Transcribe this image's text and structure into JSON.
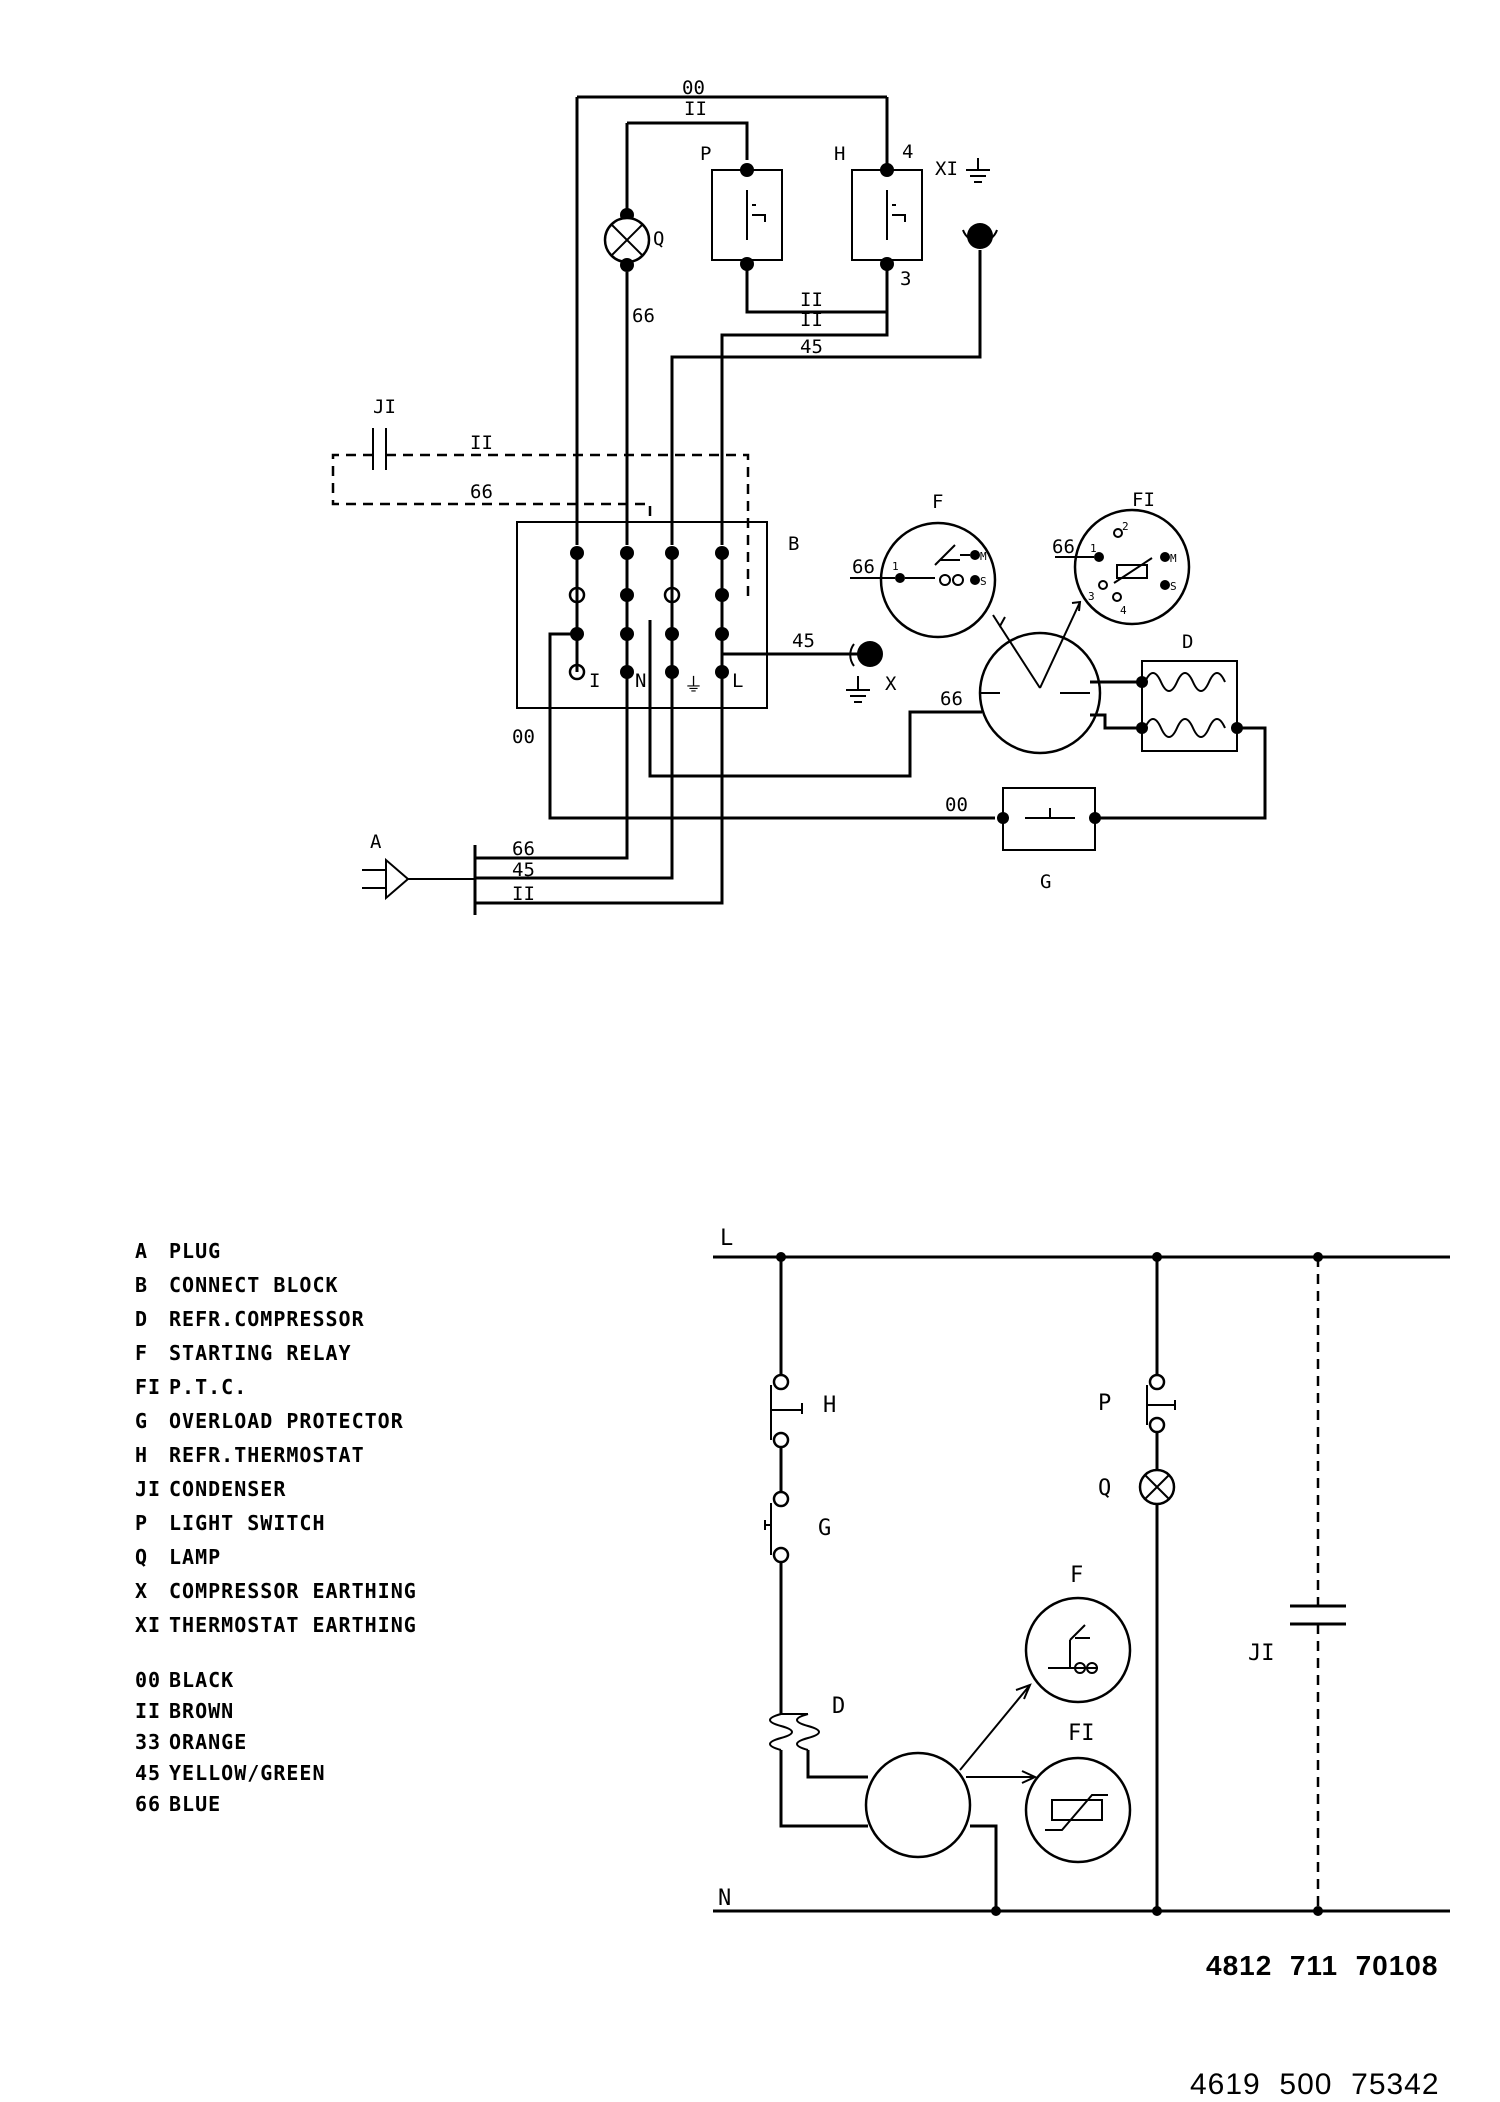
{
  "wiring": {
    "labels": {
      "wire_top_00": "00",
      "wire_top_11": "II",
      "P": "P",
      "H": "H",
      "H_term_4": "4",
      "H_term_3": "3",
      "XI": "XI",
      "Q": "Q",
      "wire_66_lamp": "66",
      "wire_mid_11": "II",
      "wire_mid_45": "45",
      "JI": "JI",
      "wire_cond_11": "II",
      "wire_cond_66": "66",
      "B": "B",
      "term_I": "I",
      "term_N": "N",
      "term_L": "L",
      "wire_45_x": "45",
      "X": "X",
      "F": "F",
      "F_wire_66": "66",
      "F_term_1": "1",
      "F_term_M": "M",
      "F_term_S": "S",
      "FI": "FI",
      "FI_wire_66": "66",
      "FI_term_1": "1",
      "FI_term_2": "2",
      "FI_term_3": "3",
      "FI_term_4": "4",
      "FI_term_M": "M",
      "FI_term_S": "S",
      "D": "D",
      "wire_66_comp": "66",
      "wire_00_left": "00",
      "wire_00_g": "00",
      "G": "G",
      "A": "A",
      "plug_66": "66",
      "plug_45": "45",
      "plug_11": "II"
    }
  },
  "schematic": {
    "labels": {
      "L": "L",
      "N": "N",
      "H": "H",
      "G": "G",
      "D": "D",
      "P": "P",
      "Q": "Q",
      "F": "F",
      "FI": "FI",
      "JI": "JI"
    }
  },
  "legend": {
    "items": [
      {
        "key": "A",
        "text": "PLUG"
      },
      {
        "key": "B",
        "text": "CONNECT BLOCK"
      },
      {
        "key": "D",
        "text": "REFR.COMPRESSOR"
      },
      {
        "key": "F",
        "text": "STARTING RELAY"
      },
      {
        "key": "FI",
        "text": "P.T.C."
      },
      {
        "key": "G",
        "text": "OVERLOAD PROTECTOR"
      },
      {
        "key": "H",
        "text": "REFR.THERMOSTAT"
      },
      {
        "key": "JI",
        "text": "CONDENSER"
      },
      {
        "key": "P",
        "text": "LIGHT SWITCH"
      },
      {
        "key": "Q",
        "text": "LAMP"
      },
      {
        "key": "X",
        "text": "COMPRESSOR EARTHING"
      },
      {
        "key": "XI",
        "text": "THERMOSTAT EARTHING"
      }
    ],
    "colors": [
      {
        "key": "00",
        "text": "BLACK"
      },
      {
        "key": "II",
        "text": "BROWN"
      },
      {
        "key": "33",
        "text": "ORANGE"
      },
      {
        "key": "45",
        "text": "YELLOW/GREEN"
      },
      {
        "key": "66",
        "text": "BLUE"
      }
    ]
  },
  "part_numbers": {
    "primary": "4812  711  70108",
    "secondary": "4619  500  75342"
  }
}
